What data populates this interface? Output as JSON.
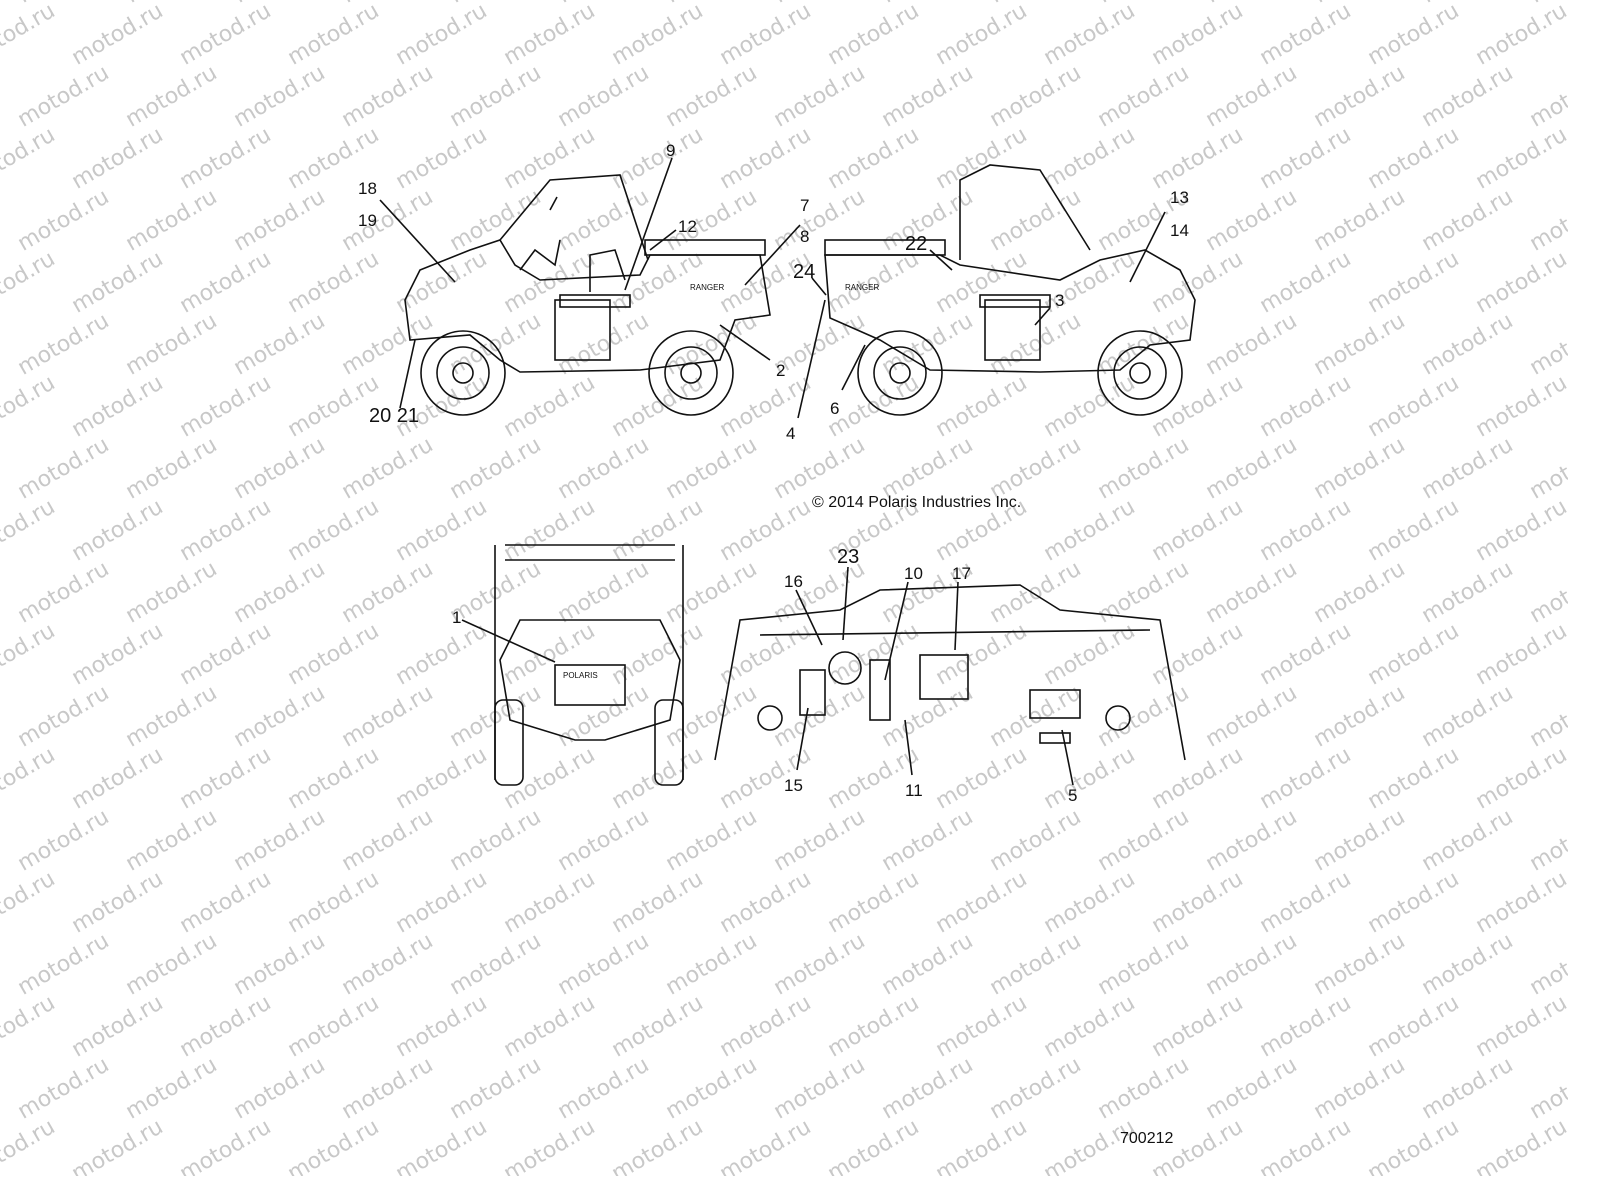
{
  "watermark": "motod.ru",
  "copyright": "© 2014 Polaris Industries Inc.",
  "part_number": "700212",
  "views": {
    "left_side": {
      "badge_text": "RANGER",
      "callouts": [
        "18",
        "19",
        "9",
        "12",
        "7",
        "8",
        "2",
        "20 21",
        "4"
      ]
    },
    "right_side": {
      "badge_text": "RANGER",
      "callouts": [
        "24",
        "22",
        "13",
        "14",
        "3",
        "6"
      ]
    },
    "front": {
      "badge_text": "POLARIS",
      "callouts": [
        "1"
      ]
    },
    "dash": {
      "callouts": [
        "23",
        "16",
        "10",
        "17",
        "15",
        "11",
        "5"
      ]
    }
  },
  "labels": {
    "c18": "18",
    "c19": "19",
    "c9": "9",
    "c12": "12",
    "c7": "7",
    "c8": "8",
    "c2": "2",
    "c2021": "20 21",
    "c4": "4",
    "c24": "24",
    "c22": "22",
    "c13": "13",
    "c14": "14",
    "c3": "3",
    "c6": "6",
    "c1": "1",
    "c23": "23",
    "c16": "16",
    "c10": "10",
    "c17": "17",
    "c15": "15",
    "c11": "11",
    "c5": "5"
  }
}
